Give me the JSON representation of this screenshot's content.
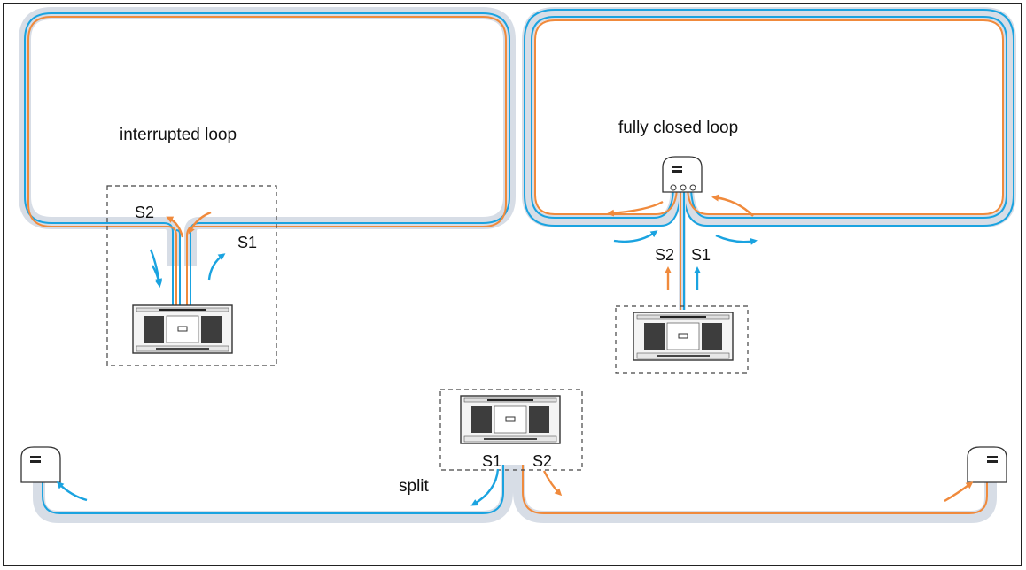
{
  "labels": {
    "interrupted": "interrupted loop",
    "closed": "fully closed loop",
    "split": "split"
  },
  "signals": {
    "s1": "S1",
    "s2": "S2"
  },
  "colors": {
    "blue": "#1aa3e0",
    "orange": "#f08a3c",
    "halo": "#d7dde6",
    "frame": "#222222"
  }
}
